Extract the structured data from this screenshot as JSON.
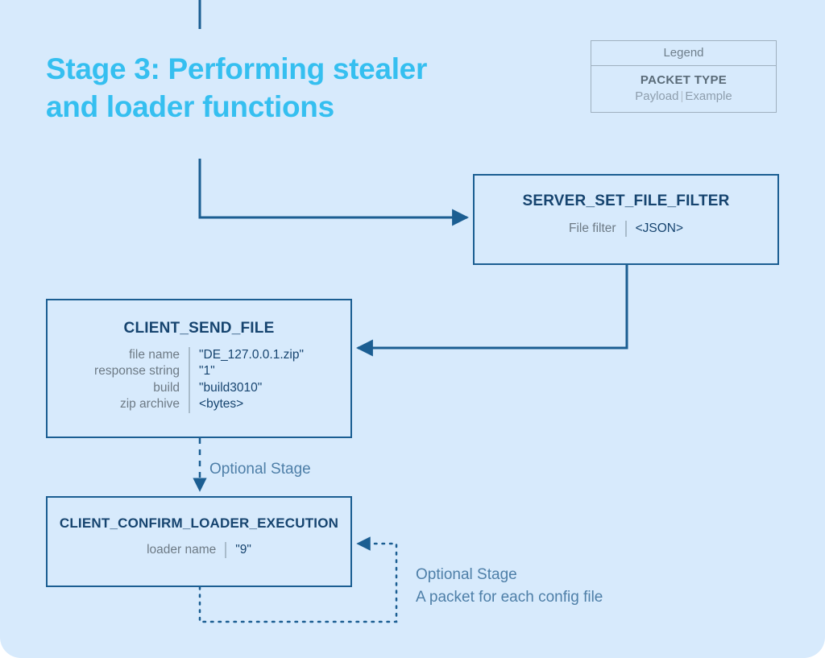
{
  "page": {
    "background_color": "#d7eafc",
    "title": "Stage 3: Performing stealer\nand loader functions",
    "title_color": "#35bff0"
  },
  "legend": {
    "header": "Legend",
    "packet_type": "PACKET TYPE",
    "payload": "Payload",
    "separator": "|",
    "example": "Example"
  },
  "nodes": {
    "server_set_file_filter": {
      "title": "SERVER_SET_FILE_FILTER",
      "rows": [
        {
          "label": "File filter",
          "value": "<JSON>"
        }
      ]
    },
    "client_send_file": {
      "title": "CLIENT_SEND_FILE",
      "rows": [
        {
          "label": "file name",
          "value": "\"DE_127.0.0.1.zip\""
        },
        {
          "label": "response string",
          "value": "\"1\""
        },
        {
          "label": "build",
          "value": "\"build3010\""
        },
        {
          "label": "zip archive",
          "value": "<bytes>"
        }
      ]
    },
    "client_confirm_loader_execution": {
      "title": "CLIENT_CONFIRM_LOADER_EXECUTION",
      "rows": [
        {
          "label": "loader name",
          "value": "\"9\""
        }
      ]
    }
  },
  "edges": {
    "optional_stage_label": "Optional Stage",
    "optional_stage_loop_label": "Optional Stage\nA packet for each config file",
    "line_color": "#1b5e92",
    "label_color": "#4e7fa8"
  }
}
